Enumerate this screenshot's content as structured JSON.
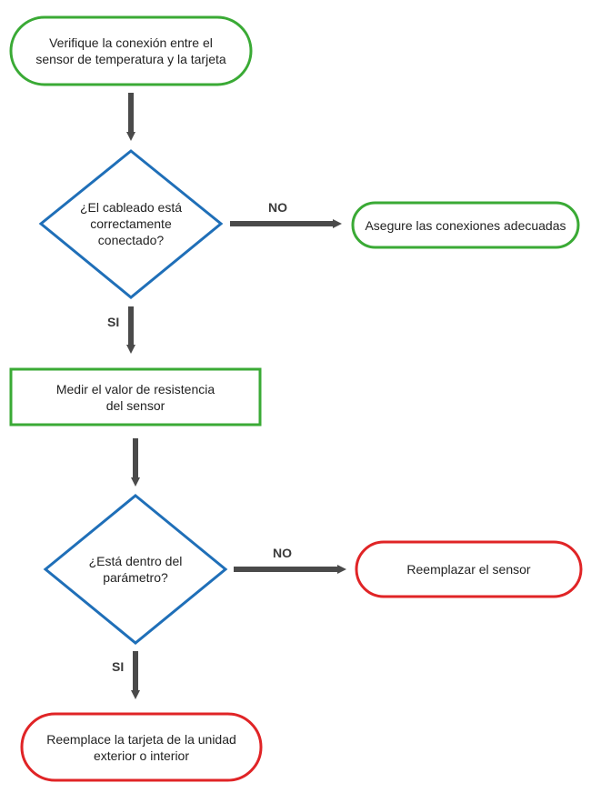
{
  "colors": {
    "green": "#3aaa35",
    "red": "#e02426",
    "blue": "#1f6fb8",
    "arrow": "#4a4a4a"
  },
  "nodes": {
    "start": "Verifique la conexión entre el\nsensor de temperatura y la tarjeta",
    "decision_wiring": "¿El cableado está\ncorrectamente\nconectado?",
    "fix_connections": "Asegure las conexiones adecuadas",
    "measure": "Medir el valor de resistencia\ndel sensor",
    "decision_range": "¿Está dentro del\nparámetro?",
    "replace_sensor": "Reemplazar el sensor",
    "replace_board": "Reemplace la tarjeta de la  unidad\nexterior o interior"
  },
  "edges": {
    "wiring_no": "NO",
    "wiring_si": "SI",
    "range_no": "NO",
    "range_si": "SI"
  }
}
